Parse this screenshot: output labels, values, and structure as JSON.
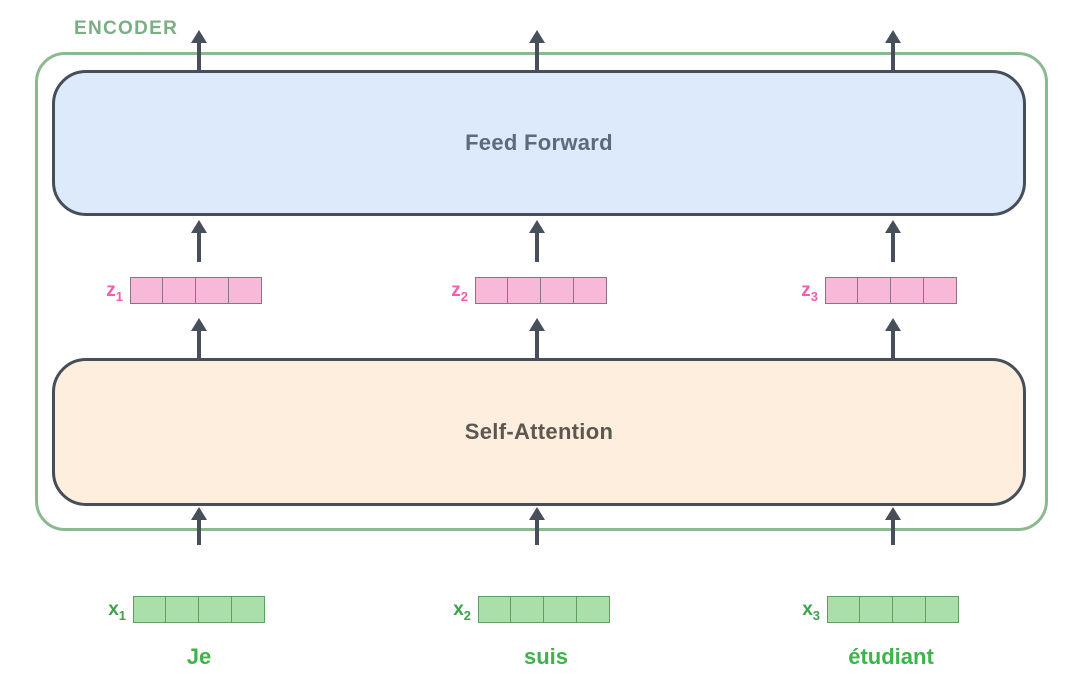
{
  "diagram": {
    "encoder_label": "ENCODER",
    "feed_forward_label": "Feed Forward",
    "self_attention_label": "Self-Attention"
  },
  "columns": [
    {
      "z_base": "z",
      "z_sub": "1",
      "x_base": "x",
      "x_sub": "1",
      "word": "Je"
    },
    {
      "z_base": "z",
      "z_sub": "2",
      "x_base": "x",
      "x_sub": "2",
      "word": "suis"
    },
    {
      "z_base": "z",
      "z_sub": "3",
      "x_base": "x",
      "x_sub": "3",
      "word": "étudiant"
    }
  ],
  "vector_cells_per_vector": 4,
  "colors": {
    "frame_green": "#8cba90",
    "encoder_green": "#7cae84",
    "border_dark": "#454e59",
    "arrow_dark": "#474f5a",
    "ff_fill": "#dceafb",
    "sa_fill": "#fdeede",
    "ff_text": "#5c6a7c",
    "sa_text": "#5c5750",
    "z_fill": "#f8b8d8",
    "z_border": "#8e7283",
    "z_label": "#f75bae",
    "x_fill": "#abdfa9",
    "x_border": "#609e62",
    "x_label": "#3da24b",
    "word_green": "#3db44b"
  }
}
